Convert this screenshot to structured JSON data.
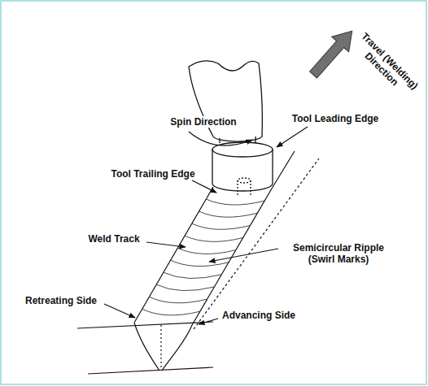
{
  "diagram": {
    "labels": [
      "Travel (Welding) Direction",
      "Spin Direction",
      "Tool Leading Edge",
      "Tool Trailing Edge",
      "Weld Track",
      "Semicircular Ripple (Swirl Marks)",
      "Retreating Side",
      "Advancing Side"
    ]
  }
}
